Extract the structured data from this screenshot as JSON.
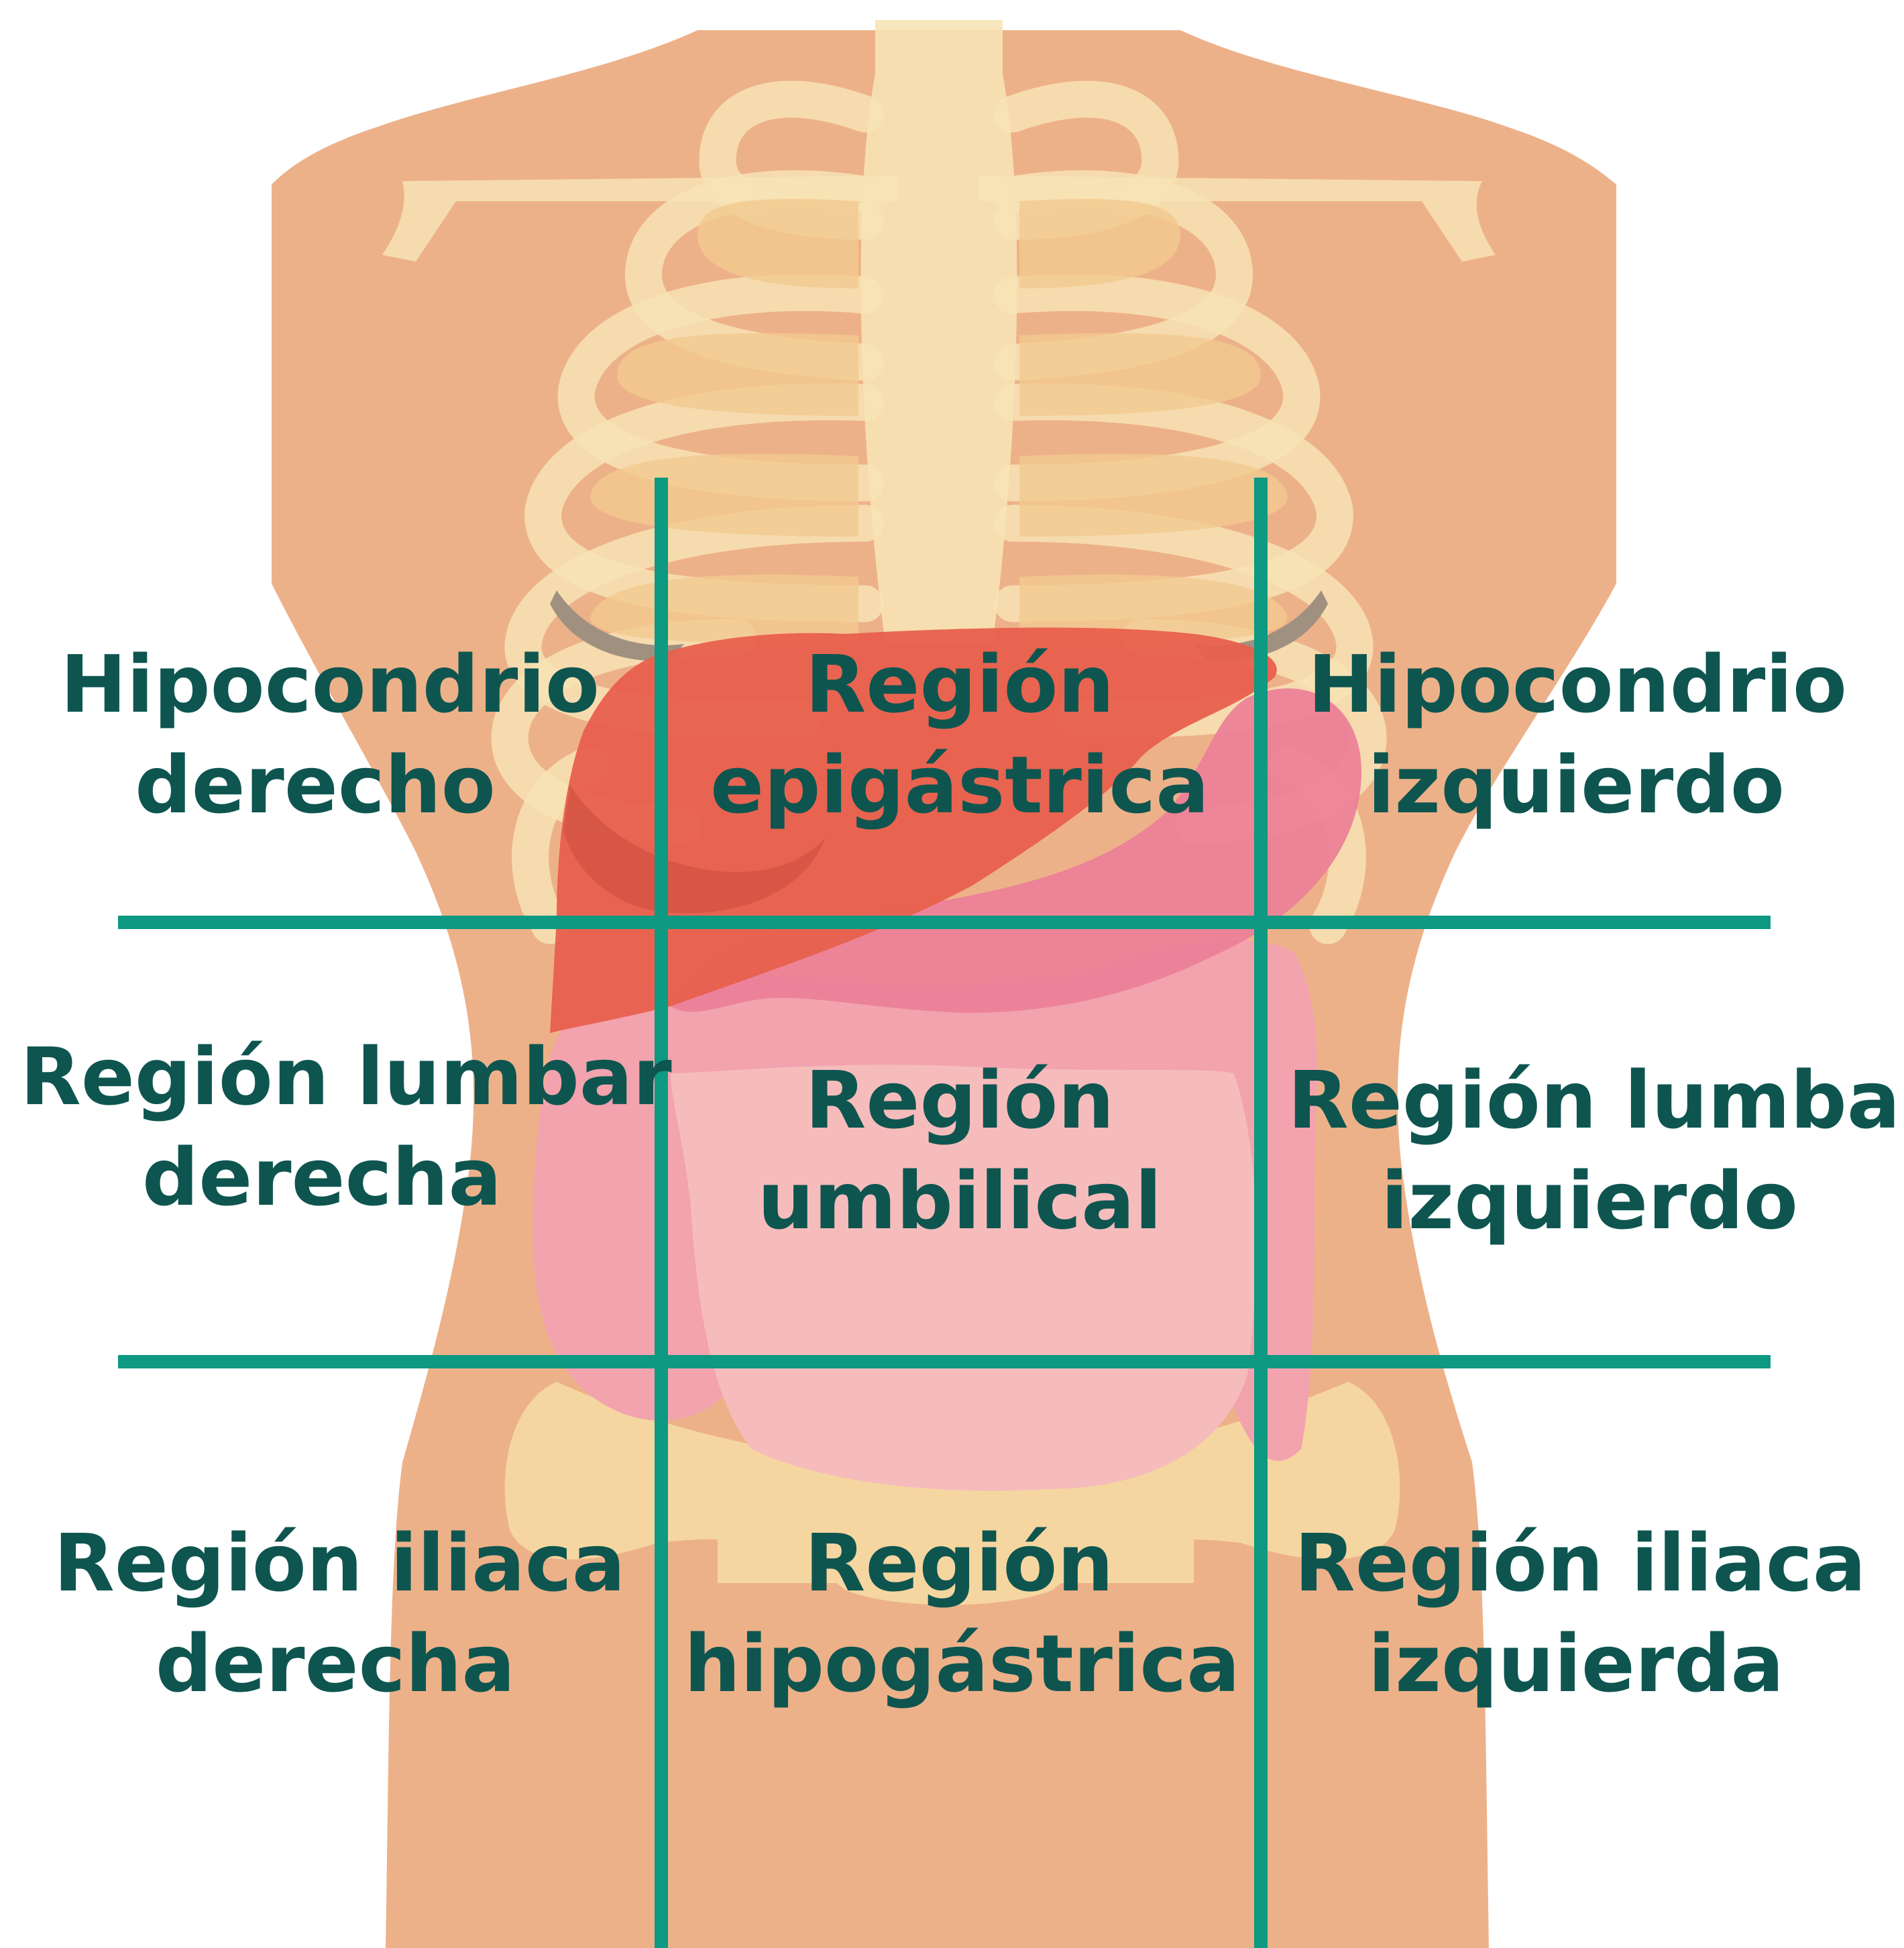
{
  "colors": {
    "skin": "#edb189",
    "bone": "#f7e3b5",
    "liver": "#e8604d",
    "stomach": "#ec7f97",
    "intestine": "#f4b1b6",
    "grid_line": "#0d9982",
    "label_text": "#0e5550"
  },
  "regions": [
    {
      "id": "hipocondrio-derecho",
      "line1": "Hipocondrio",
      "line2": "derecho"
    },
    {
      "id": "region-epigastrica",
      "line1": "Región",
      "line2": "epigástrica"
    },
    {
      "id": "hipocondrio-izquierdo",
      "line1": "Hipocondrio",
      "line2": "izquierdo"
    },
    {
      "id": "region-lumbar-derecha",
      "line1": "Región lumbar",
      "line2": "derecha"
    },
    {
      "id": "region-umbilical",
      "line1": "Región",
      "line2": "umbilical"
    },
    {
      "id": "region-lumbar-izquierdo",
      "line1": "Región lumbar",
      "line2": "izquierdo"
    },
    {
      "id": "region-iliaca-derecha",
      "line1": "Región iliaca",
      "line2": "derecha"
    },
    {
      "id": "region-hipogastrica",
      "line1": "Región",
      "line2": "hipogástrica"
    },
    {
      "id": "region-iliaca-izquierda",
      "line1": "Región iliaca",
      "line2": "izquierda"
    }
  ]
}
